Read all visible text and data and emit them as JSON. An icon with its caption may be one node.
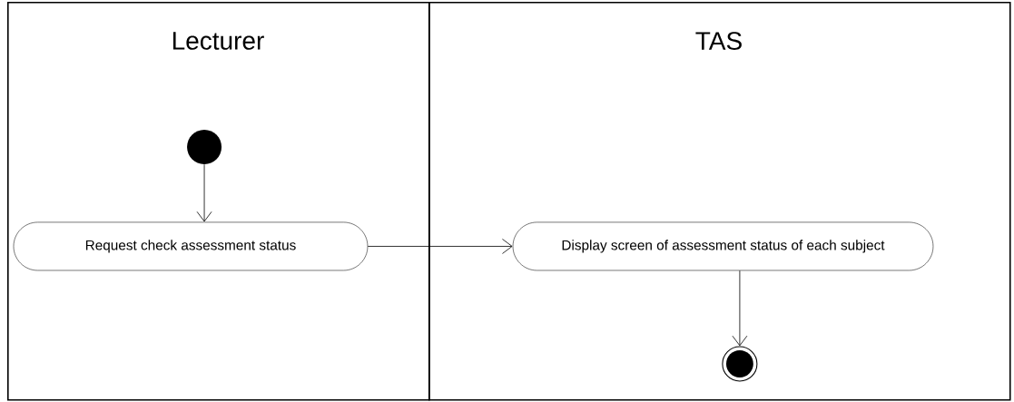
{
  "diagram": {
    "nodes": [
      {
        "text": [
          "Lecturer"
        ]
      },
      {
        "text": [
          "TAS"
        ]
      },
      {
        "text": [],
        "shape": "circle",
        "in": 0
      },
      {
        "text": [
          "Request check assessment status"
        ],
        "in": 0
      },
      {
        "text": [
          "Display screen of assessment status of each subject"
        ],
        "in": 1
      },
      {
        "text": [],
        "shape": "bullseye",
        "in": 1
      }
    ],
    "edges": [
      {
        "from": 2,
        "to": 3,
        "arrow": "to"
      },
      {
        "from": 3,
        "to": 4,
        "arrow": "to"
      },
      {
        "from": 4,
        "to": 5,
        "arrow": "to"
      }
    ]
  }
}
